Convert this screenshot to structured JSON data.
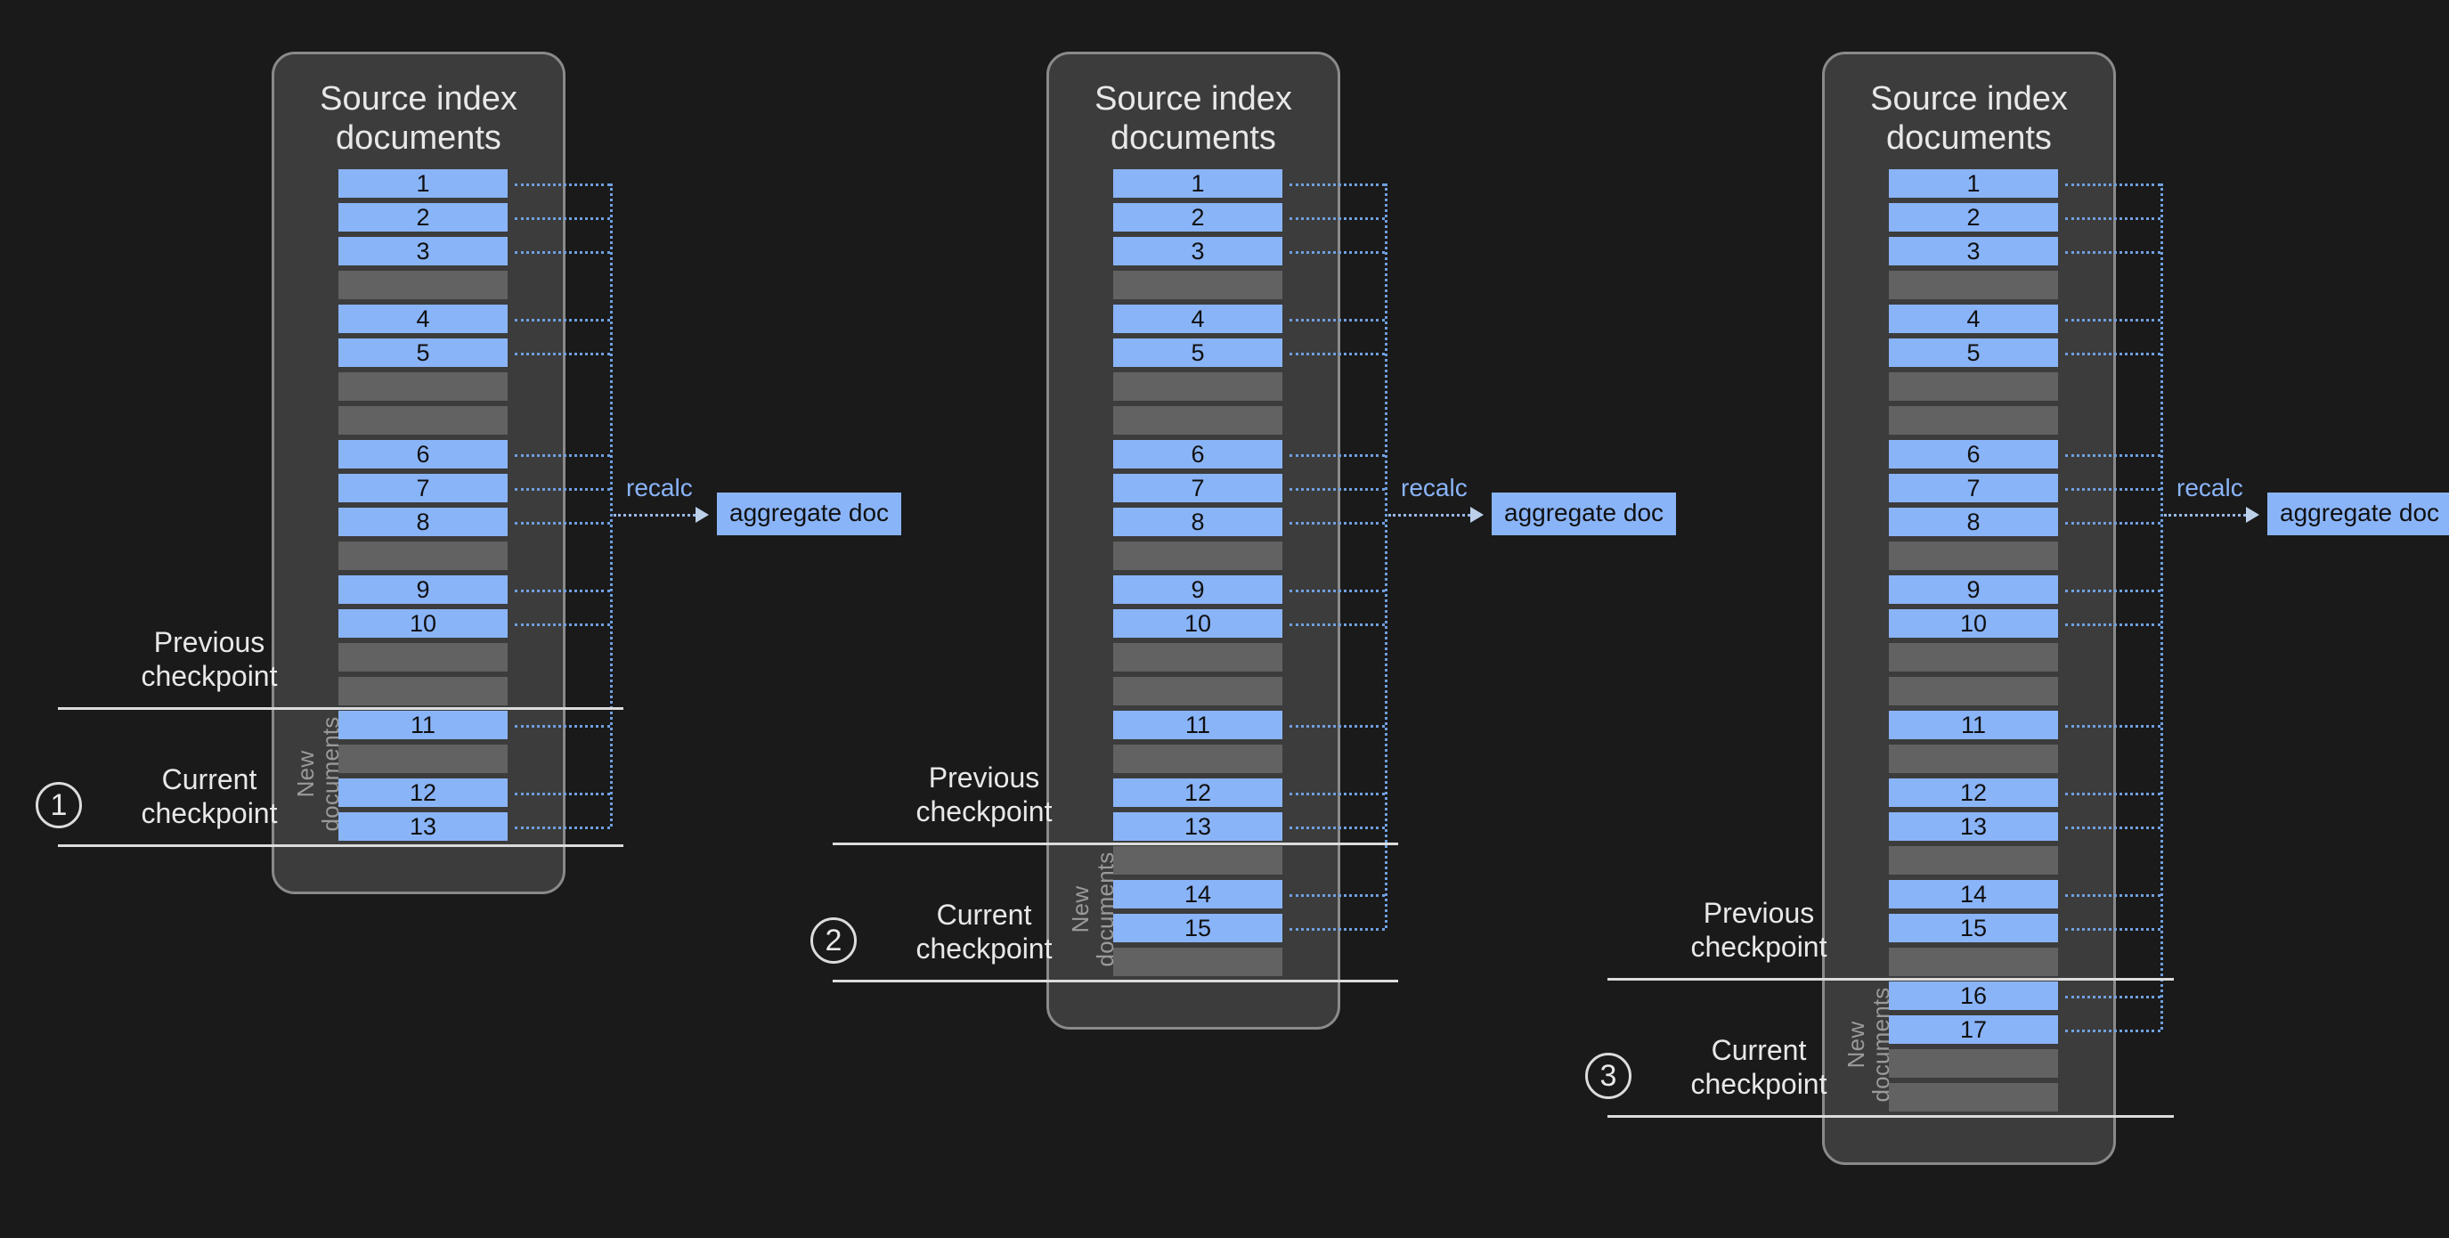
{
  "background_color": "#1a1a1a",
  "colors": {
    "panel_fill": "#3c3c3c",
    "panel_border": "#8a8a8a",
    "doc_blue": "#8ab4f8",
    "blank_gray": "#626262",
    "connector_blue": "#6f9fe0",
    "checkpoint_line": "#dcdcdc",
    "label_gray": "#9a9a9a",
    "title_text": "#e8e8e8"
  },
  "panel_title": "Source index\ndocuments",
  "new_documents_label": "New\ndocuments",
  "recalc_label": "recalc",
  "aggregate_doc_label": "aggregate doc",
  "previous_checkpoint_label": "Previous\ncheckpoint",
  "current_checkpoint_label": "Current\ncheckpoint",
  "stages": [
    {
      "step_number": "1",
      "title": "Source index\ndocuments",
      "rows": [
        {
          "label": "1",
          "type": "doc"
        },
        {
          "label": "2",
          "type": "doc"
        },
        {
          "label": "3",
          "type": "doc"
        },
        {
          "label": "",
          "type": "blank"
        },
        {
          "label": "4",
          "type": "doc"
        },
        {
          "label": "5",
          "type": "doc"
        },
        {
          "label": "",
          "type": "blank"
        },
        {
          "label": "",
          "type": "blank"
        },
        {
          "label": "6",
          "type": "doc"
        },
        {
          "label": "7",
          "type": "doc"
        },
        {
          "label": "8",
          "type": "doc"
        },
        {
          "label": "",
          "type": "blank"
        },
        {
          "label": "9",
          "type": "doc"
        },
        {
          "label": "10",
          "type": "doc"
        },
        {
          "label": "",
          "type": "blank"
        },
        {
          "label": "",
          "type": "blank"
        },
        {
          "label": "11",
          "type": "doc"
        },
        {
          "label": "",
          "type": "blank"
        },
        {
          "label": "12",
          "type": "doc"
        },
        {
          "label": "13",
          "type": "doc"
        }
      ],
      "new_documents_start_row": 16,
      "previous_checkpoint": "Previous\ncheckpoint",
      "current_checkpoint": "Current\ncheckpoint",
      "recalc": "recalc",
      "aggregate_doc": "aggregate doc"
    },
    {
      "step_number": "2",
      "title": "Source index\ndocuments",
      "rows": [
        {
          "label": "1",
          "type": "doc"
        },
        {
          "label": "2",
          "type": "doc"
        },
        {
          "label": "3",
          "type": "doc"
        },
        {
          "label": "",
          "type": "blank"
        },
        {
          "label": "4",
          "type": "doc"
        },
        {
          "label": "5",
          "type": "doc"
        },
        {
          "label": "",
          "type": "blank"
        },
        {
          "label": "",
          "type": "blank"
        },
        {
          "label": "6",
          "type": "doc"
        },
        {
          "label": "7",
          "type": "doc"
        },
        {
          "label": "8",
          "type": "doc"
        },
        {
          "label": "",
          "type": "blank"
        },
        {
          "label": "9",
          "type": "doc"
        },
        {
          "label": "10",
          "type": "doc"
        },
        {
          "label": "",
          "type": "blank"
        },
        {
          "label": "",
          "type": "blank"
        },
        {
          "label": "11",
          "type": "doc"
        },
        {
          "label": "",
          "type": "blank"
        },
        {
          "label": "12",
          "type": "doc"
        },
        {
          "label": "13",
          "type": "doc"
        },
        {
          "label": "",
          "type": "blank"
        },
        {
          "label": "14",
          "type": "doc"
        },
        {
          "label": "15",
          "type": "doc"
        },
        {
          "label": "",
          "type": "blank"
        }
      ],
      "new_documents_start_row": 20,
      "previous_checkpoint": "Previous\ncheckpoint",
      "current_checkpoint": "Current\ncheckpoint",
      "recalc": "recalc",
      "aggregate_doc": "aggregate doc"
    },
    {
      "step_number": "3",
      "title": "Source index\ndocuments",
      "rows": [
        {
          "label": "1",
          "type": "doc"
        },
        {
          "label": "2",
          "type": "doc"
        },
        {
          "label": "3",
          "type": "doc"
        },
        {
          "label": "",
          "type": "blank"
        },
        {
          "label": "4",
          "type": "doc"
        },
        {
          "label": "5",
          "type": "doc"
        },
        {
          "label": "",
          "type": "blank"
        },
        {
          "label": "",
          "type": "blank"
        },
        {
          "label": "6",
          "type": "doc"
        },
        {
          "label": "7",
          "type": "doc"
        },
        {
          "label": "8",
          "type": "doc"
        },
        {
          "label": "",
          "type": "blank"
        },
        {
          "label": "9",
          "type": "doc"
        },
        {
          "label": "10",
          "type": "doc"
        },
        {
          "label": "",
          "type": "blank"
        },
        {
          "label": "",
          "type": "blank"
        },
        {
          "label": "11",
          "type": "doc"
        },
        {
          "label": "",
          "type": "blank"
        },
        {
          "label": "12",
          "type": "doc"
        },
        {
          "label": "13",
          "type": "doc"
        },
        {
          "label": "",
          "type": "blank"
        },
        {
          "label": "14",
          "type": "doc"
        },
        {
          "label": "15",
          "type": "doc"
        },
        {
          "label": "",
          "type": "blank"
        },
        {
          "label": "16",
          "type": "doc"
        },
        {
          "label": "17",
          "type": "doc"
        },
        {
          "label": "",
          "type": "blank"
        },
        {
          "label": "",
          "type": "blank"
        }
      ],
      "new_documents_start_row": 24,
      "previous_checkpoint": "Previous\ncheckpoint",
      "current_checkpoint": "Current\ncheckpoint",
      "recalc": "recalc",
      "aggregate_doc": "aggregate doc"
    }
  ]
}
